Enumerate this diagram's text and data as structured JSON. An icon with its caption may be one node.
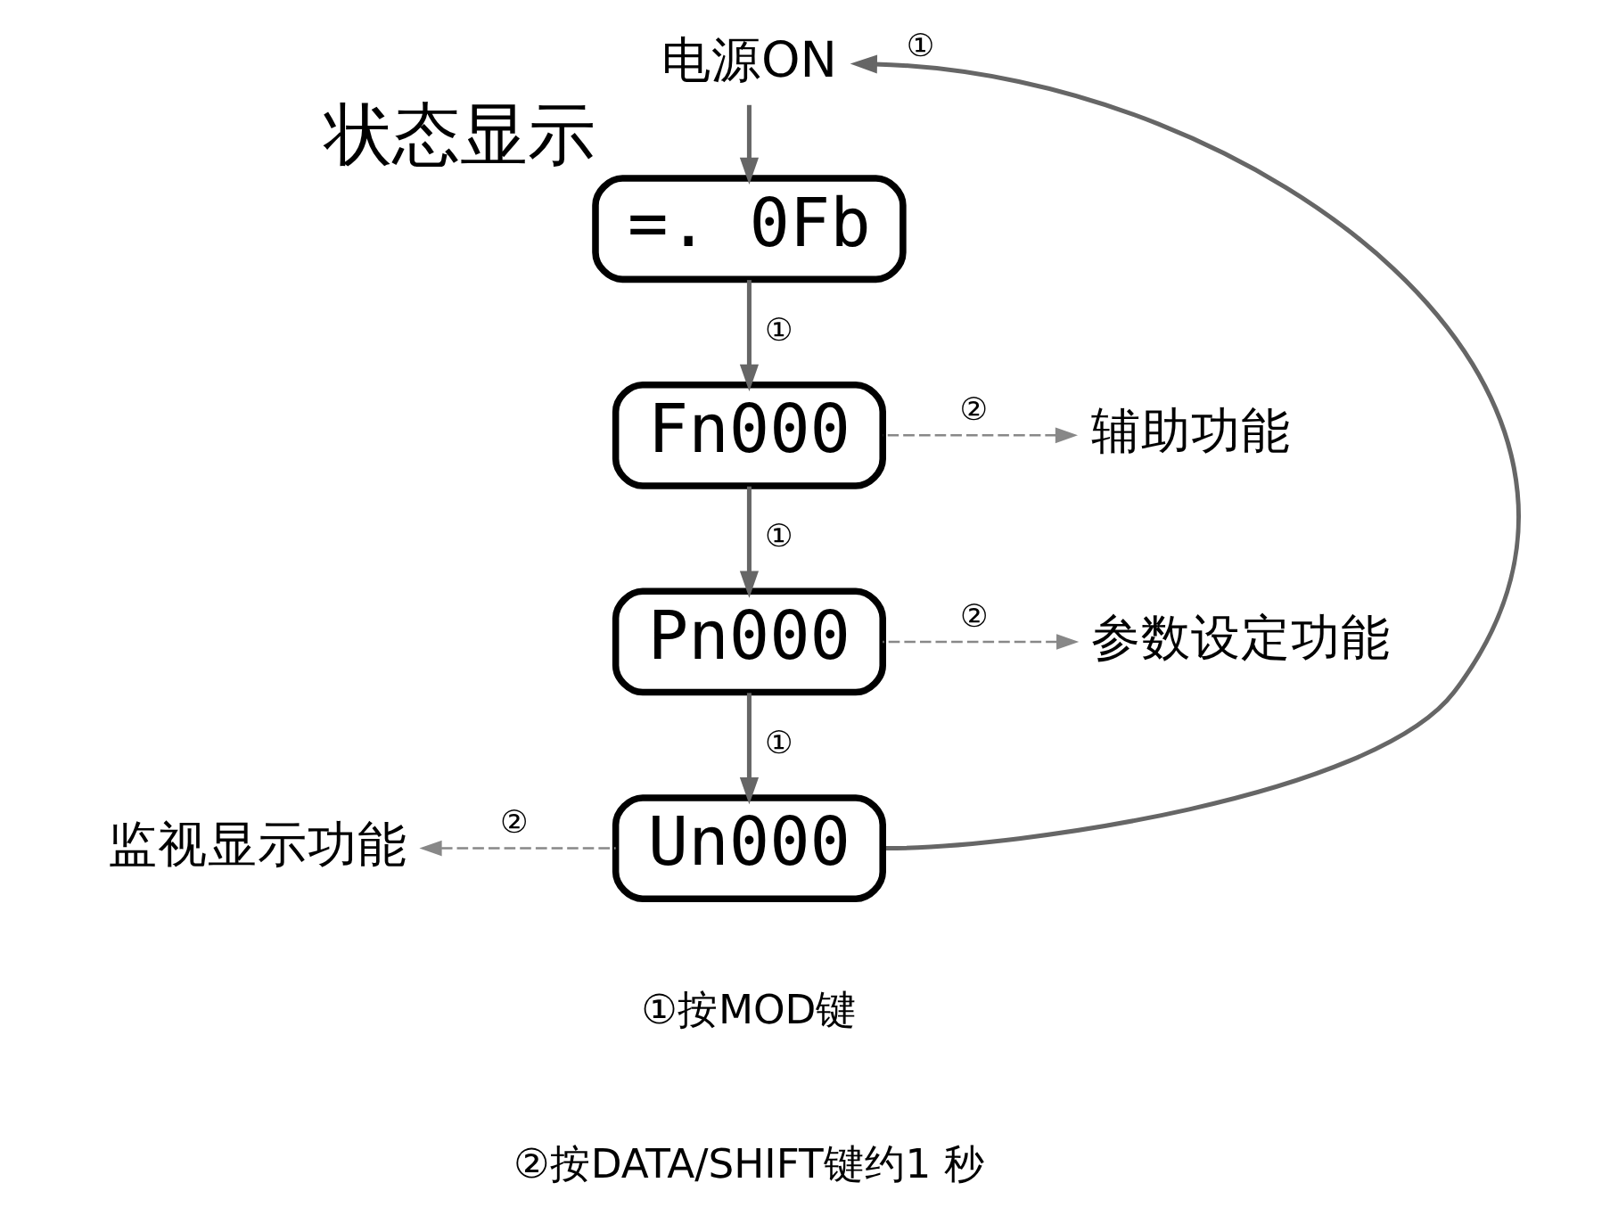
{
  "diagram": {
    "nodes": [
      {
        "text": [
          "电源ON"
        ]
      },
      {
        "text": [
          "=. 0Fb"
        ],
        "beside": [
          "状态显示"
        ]
      },
      {
        "text": [
          "Fn000"
        ]
      },
      {
        "text": [
          "Pn000"
        ]
      },
      {
        "text": [
          "Un000"
        ]
      },
      {
        "text": [
          "辅助功能"
        ]
      },
      {
        "text": [
          "参数设定功能"
        ]
      },
      {
        "text": [
          "监视显示功能"
        ]
      }
    ],
    "edges": [
      {
        "from": 0,
        "to": 1,
        "arrow": "to"
      },
      {
        "from": 1,
        "to": 2,
        "arrow": "to",
        "label": "①"
      },
      {
        "from": 2,
        "to": 3,
        "arrow": "to",
        "label": "①"
      },
      {
        "from": 3,
        "to": 4,
        "arrow": "to",
        "label": "①"
      },
      {
        "from": 4,
        "to": 0,
        "arrow": "to",
        "label": "①"
      },
      {
        "from": 2,
        "to": 5,
        "arrow": "to",
        "label": "②",
        "style": "dashed"
      },
      {
        "from": 3,
        "to": 6,
        "arrow": "to",
        "label": "②",
        "style": "dashed"
      },
      {
        "from": 4,
        "to": 7,
        "arrow": "to",
        "label": "②",
        "style": "dashed"
      }
    ],
    "labels": [
      "①按MOD键",
      "②按DATA/SHIFT键约1 秒"
    ]
  }
}
